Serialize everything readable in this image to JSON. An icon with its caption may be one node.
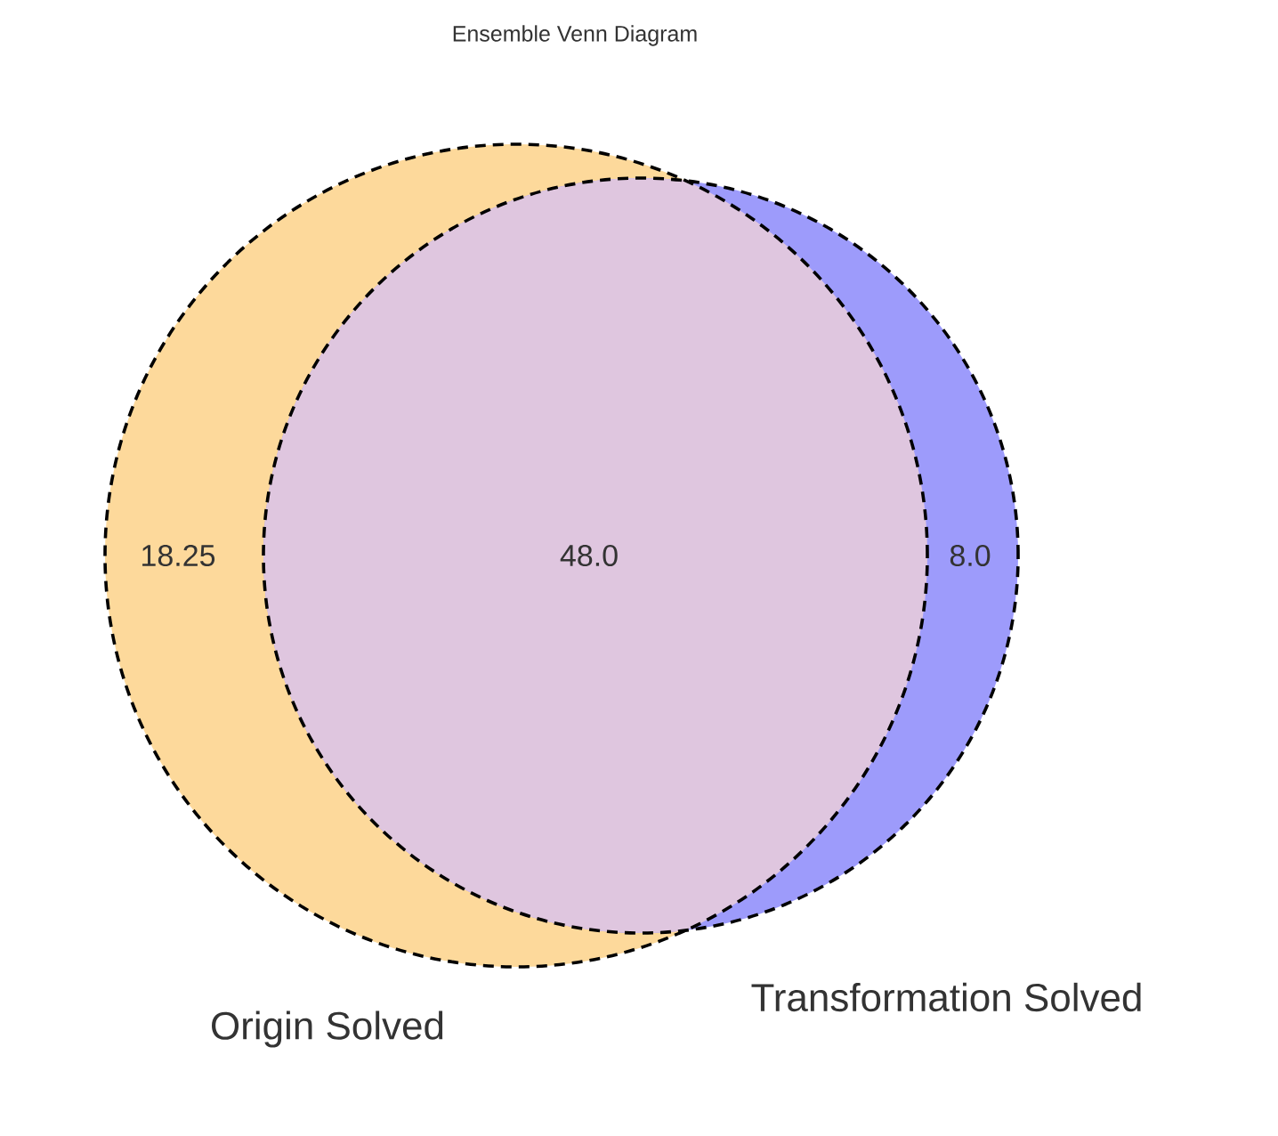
{
  "diagram": {
    "title": "Ensemble Venn Diagram",
    "nodes": [
      {
        "text": [
          "Origin Solved"
        ]
      },
      {
        "text": [
          "Transformation Solved"
        ]
      }
    ],
    "labels": [
      "18.25",
      "48.0",
      "8.0"
    ]
  }
}
